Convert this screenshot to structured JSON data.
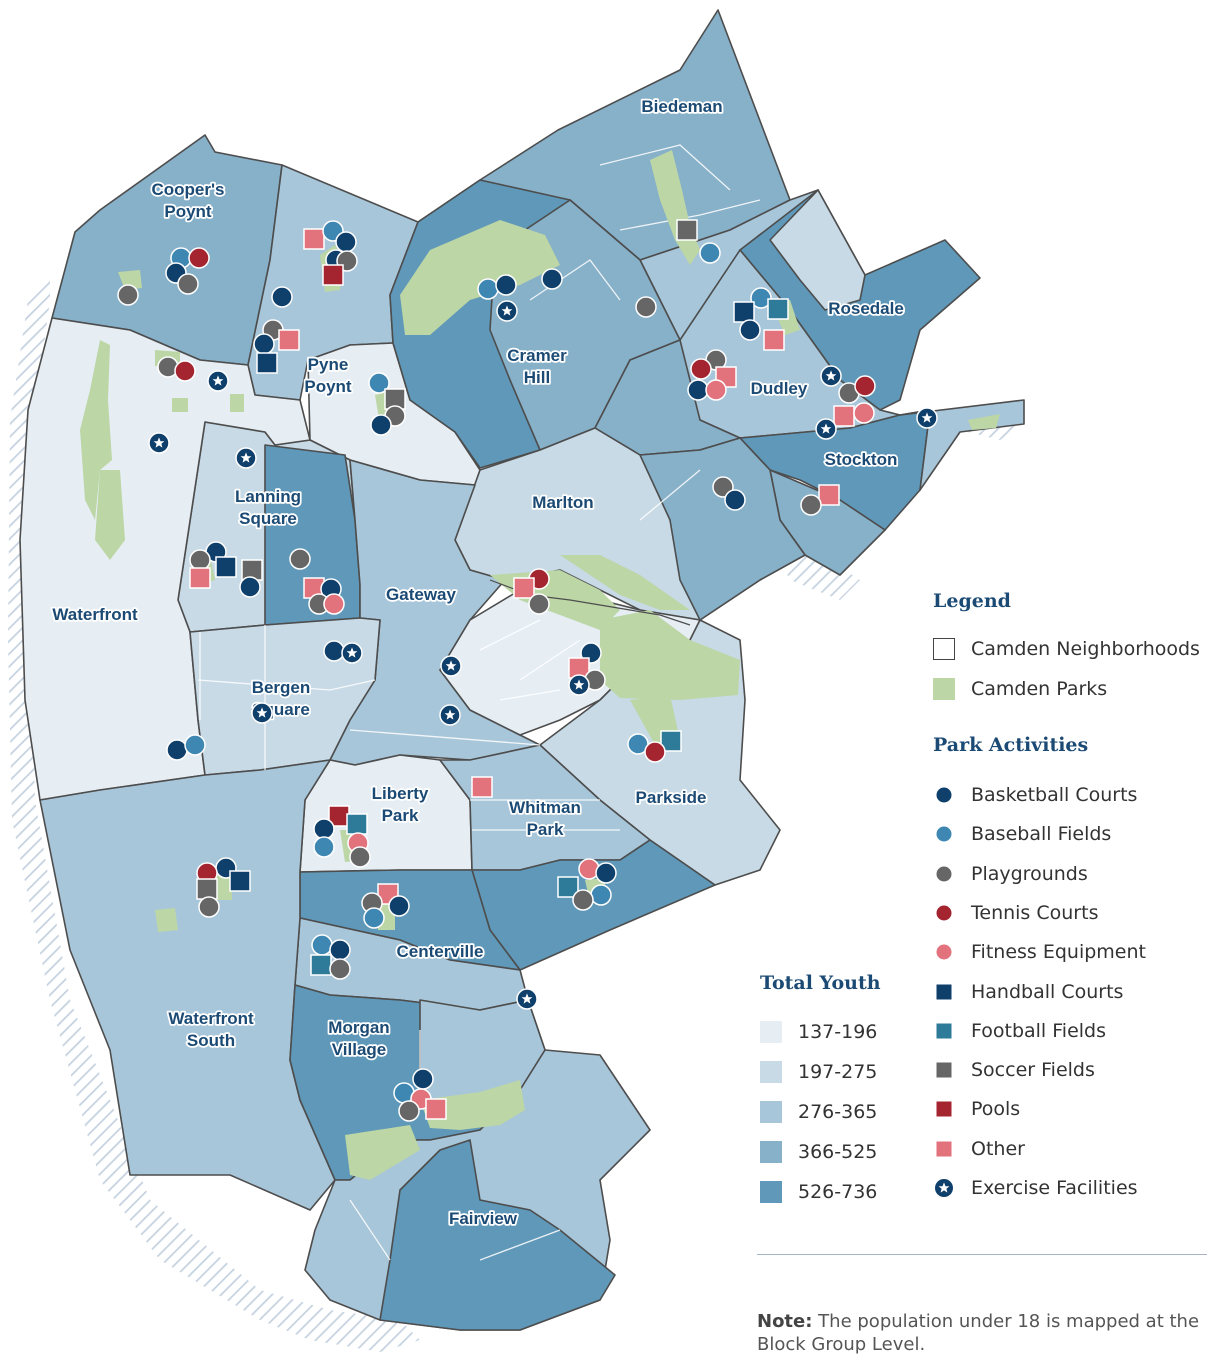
{
  "colors": {
    "class1": "#e6eef4",
    "class2": "#c7dae6",
    "class3": "#a8c6d9",
    "class4": "#87b0c9",
    "class5": "#5f98b8",
    "park": "#bcd6a6",
    "border": "#4d4d4d",
    "label": "#1b4a74",
    "basketball": "#0f3f6b",
    "baseball": "#3f87b3",
    "playground": "#666666",
    "tennis": "#a42430",
    "fitness": "#e2727c",
    "handball": "#0f3f6b",
    "football": "#2e7a99",
    "soccer": "#666666",
    "pool": "#a42430",
    "other": "#e2727c",
    "exercise": "#0f3f6b"
  },
  "neighborhoods": [
    "Biedeman",
    "Cooper's Poynt",
    "Pyne Poynt",
    "Cramer Hill",
    "Rosedale",
    "Dudley",
    "Stockton",
    "Lanning Square",
    "Marlton",
    "Waterfront",
    "Gateway",
    "Bergen Square",
    "Liberty Park",
    "Whitman Park",
    "Parkside",
    "Centerville",
    "Waterfront South",
    "Morgan Village",
    "Fairview"
  ],
  "labels": [
    {
      "lines": [
        "Biedeman"
      ]
    },
    {
      "lines": [
        "Cooper's",
        "Poynt"
      ]
    },
    {
      "lines": [
        "Pyne",
        "Poynt"
      ]
    },
    {
      "lines": [
        "Cramer",
        "Hill"
      ]
    },
    {
      "lines": [
        "Rosedale"
      ]
    },
    {
      "lines": [
        "Dudley"
      ]
    },
    {
      "lines": [
        "Stockton"
      ]
    },
    {
      "lines": [
        "Lanning",
        "Square"
      ]
    },
    {
      "lines": [
        "Marlton"
      ]
    },
    {
      "lines": [
        "Waterfront"
      ]
    },
    {
      "lines": [
        "Gateway"
      ]
    },
    {
      "lines": [
        "Bergen",
        "Square"
      ]
    },
    {
      "lines": [
        "Liberty",
        "Park"
      ]
    },
    {
      "lines": [
        "Whitman",
        "Park"
      ]
    },
    {
      "lines": [
        "Parkside"
      ]
    },
    {
      "lines": [
        "Centerville"
      ]
    },
    {
      "lines": [
        "Waterfront",
        "South"
      ]
    },
    {
      "lines": [
        "Morgan",
        "Village"
      ]
    },
    {
      "lines": [
        "Fairview"
      ]
    }
  ],
  "legend": {
    "title": "Legend",
    "items": [
      {
        "label": "Camden Neighborhoods",
        "kind": "outline"
      },
      {
        "label": "Camden Parks",
        "kind": "park"
      }
    ],
    "activities_title": "Park Activities",
    "activities": [
      {
        "label": "Basketball Courts",
        "kind": "circle",
        "color": "#0f3f6b",
        "icon": "basketball-court-icon"
      },
      {
        "label": "Baseball Fields",
        "kind": "circle",
        "color": "#3f87b3",
        "icon": "baseball-field-icon"
      },
      {
        "label": "Playgrounds",
        "kind": "circle",
        "color": "#666666",
        "icon": "playground-icon"
      },
      {
        "label": "Tennis Courts",
        "kind": "circle",
        "color": "#a42430",
        "icon": "tennis-court-icon"
      },
      {
        "label": "Fitness Equipment",
        "kind": "circle",
        "color": "#e2727c",
        "icon": "fitness-equipment-icon"
      },
      {
        "label": "Handball Courts",
        "kind": "square",
        "color": "#0f3f6b",
        "icon": "handball-court-icon"
      },
      {
        "label": "Football Fields",
        "kind": "square",
        "color": "#2e7a99",
        "icon": "football-field-icon"
      },
      {
        "label": "Soccer Fields",
        "kind": "square",
        "color": "#666666",
        "icon": "soccer-field-icon"
      },
      {
        "label": "Pools",
        "kind": "square",
        "color": "#a42430",
        "icon": "pool-icon"
      },
      {
        "label": "Other",
        "kind": "square",
        "color": "#e2727c",
        "icon": "other-facility-icon"
      },
      {
        "label": "Exercise Facilities",
        "kind": "star",
        "color": "#0f3f6b",
        "icon": "star-icon"
      }
    ]
  },
  "youth_legend": {
    "title": "Total Youth",
    "classes": [
      {
        "label": "137-196",
        "color": "#e6eef4"
      },
      {
        "label": "197-275",
        "color": "#c7dae6"
      },
      {
        "label": "276-365",
        "color": "#a8c6d9"
      },
      {
        "label": "366-525",
        "color": "#87b0c9"
      },
      {
        "label": "526-736",
        "color": "#5f98b8"
      }
    ]
  },
  "note": {
    "label": "Note:",
    "text": " The population under 18 is mapped at the Block Group Level."
  }
}
